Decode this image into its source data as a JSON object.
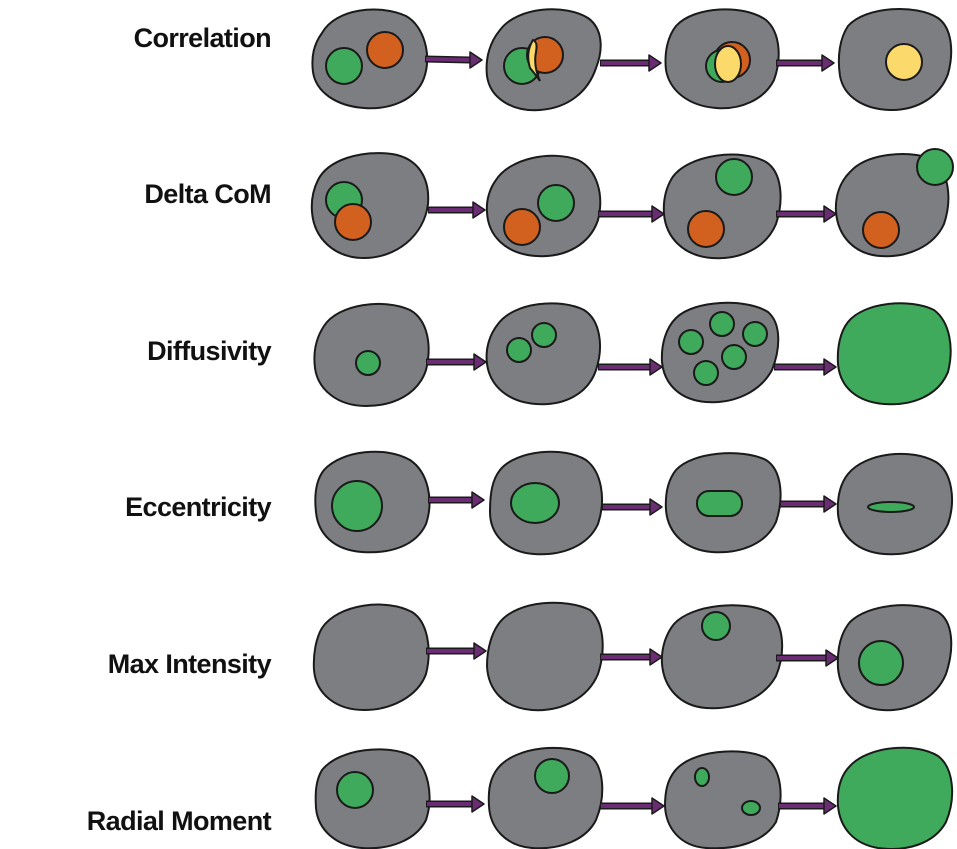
{
  "colors": {
    "cell": "#7d7e81",
    "outline": "#1a1a1a",
    "green": "#3faa5c",
    "orange": "#d2611f",
    "yellow": "#fbd96a",
    "arrow": "#6a2d74"
  },
  "rows": [
    {
      "label": "Correlation"
    },
    {
      "label": "Delta CoM"
    },
    {
      "label": "Diffusivity"
    },
    {
      "label": "Eccentricity"
    },
    {
      "label": "Max Intensity"
    },
    {
      "label": "Radial Moment"
    }
  ]
}
